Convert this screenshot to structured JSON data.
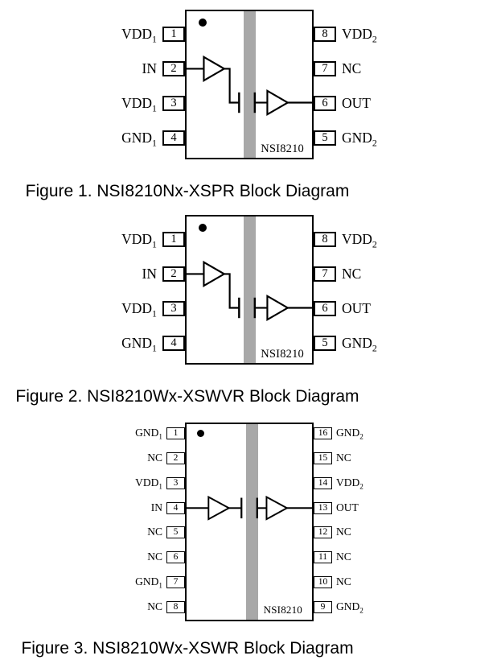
{
  "page": {
    "background": "#ffffff"
  },
  "colors": {
    "line": "#000000",
    "barrier_fill": "#a8a8a8",
    "text": "#000000"
  },
  "figures": [
    {
      "caption": "Figure 1. NSI8210Nx-XSPR Block Diagram",
      "chip_label": "NSI8210",
      "package_pins": 8,
      "pins_left": [
        {
          "num": "1",
          "base": "VDD",
          "sub": "1"
        },
        {
          "num": "2",
          "base": "IN",
          "sub": ""
        },
        {
          "num": "3",
          "base": "VDD",
          "sub": "1"
        },
        {
          "num": "4",
          "base": "GND",
          "sub": "1"
        }
      ],
      "pins_right": [
        {
          "num": "8",
          "base": "VDD",
          "sub": "2"
        },
        {
          "num": "7",
          "base": "NC",
          "sub": ""
        },
        {
          "num": "6",
          "base": "OUT",
          "sub": ""
        },
        {
          "num": "5",
          "base": "GND",
          "sub": "2"
        }
      ]
    },
    {
      "caption": "Figure 2. NSI8210Wx-XSWVR Block Diagram",
      "chip_label": "NSI8210",
      "package_pins": 8,
      "pins_left": [
        {
          "num": "1",
          "base": "VDD",
          "sub": "1"
        },
        {
          "num": "2",
          "base": "IN",
          "sub": ""
        },
        {
          "num": "3",
          "base": "VDD",
          "sub": "1"
        },
        {
          "num": "4",
          "base": "GND",
          "sub": "1"
        }
      ],
      "pins_right": [
        {
          "num": "8",
          "base": "VDD",
          "sub": "2"
        },
        {
          "num": "7",
          "base": "NC",
          "sub": ""
        },
        {
          "num": "6",
          "base": "OUT",
          "sub": ""
        },
        {
          "num": "5",
          "base": "GND",
          "sub": "2"
        }
      ]
    },
    {
      "caption": "Figure 3. NSI8210Wx-XSWR Block Diagram",
      "chip_label": "NSI8210",
      "package_pins": 16,
      "pins_left": [
        {
          "num": "1",
          "base": "GND",
          "sub": "1"
        },
        {
          "num": "2",
          "base": "NC",
          "sub": ""
        },
        {
          "num": "3",
          "base": "VDD",
          "sub": "1"
        },
        {
          "num": "4",
          "base": "IN",
          "sub": ""
        },
        {
          "num": "5",
          "base": "NC",
          "sub": ""
        },
        {
          "num": "6",
          "base": "NC",
          "sub": ""
        },
        {
          "num": "7",
          "base": "GND",
          "sub": "1"
        },
        {
          "num": "8",
          "base": "NC",
          "sub": ""
        }
      ],
      "pins_right": [
        {
          "num": "16",
          "base": "GND",
          "sub": "2"
        },
        {
          "num": "15",
          "base": "NC",
          "sub": ""
        },
        {
          "num": "14",
          "base": "VDD",
          "sub": "2"
        },
        {
          "num": "13",
          "base": "OUT",
          "sub": ""
        },
        {
          "num": "12",
          "base": "NC",
          "sub": ""
        },
        {
          "num": "11",
          "base": "NC",
          "sub": ""
        },
        {
          "num": "10",
          "base": "NC",
          "sub": ""
        },
        {
          "num": "9",
          "base": "GND",
          "sub": "2"
        }
      ]
    }
  ]
}
